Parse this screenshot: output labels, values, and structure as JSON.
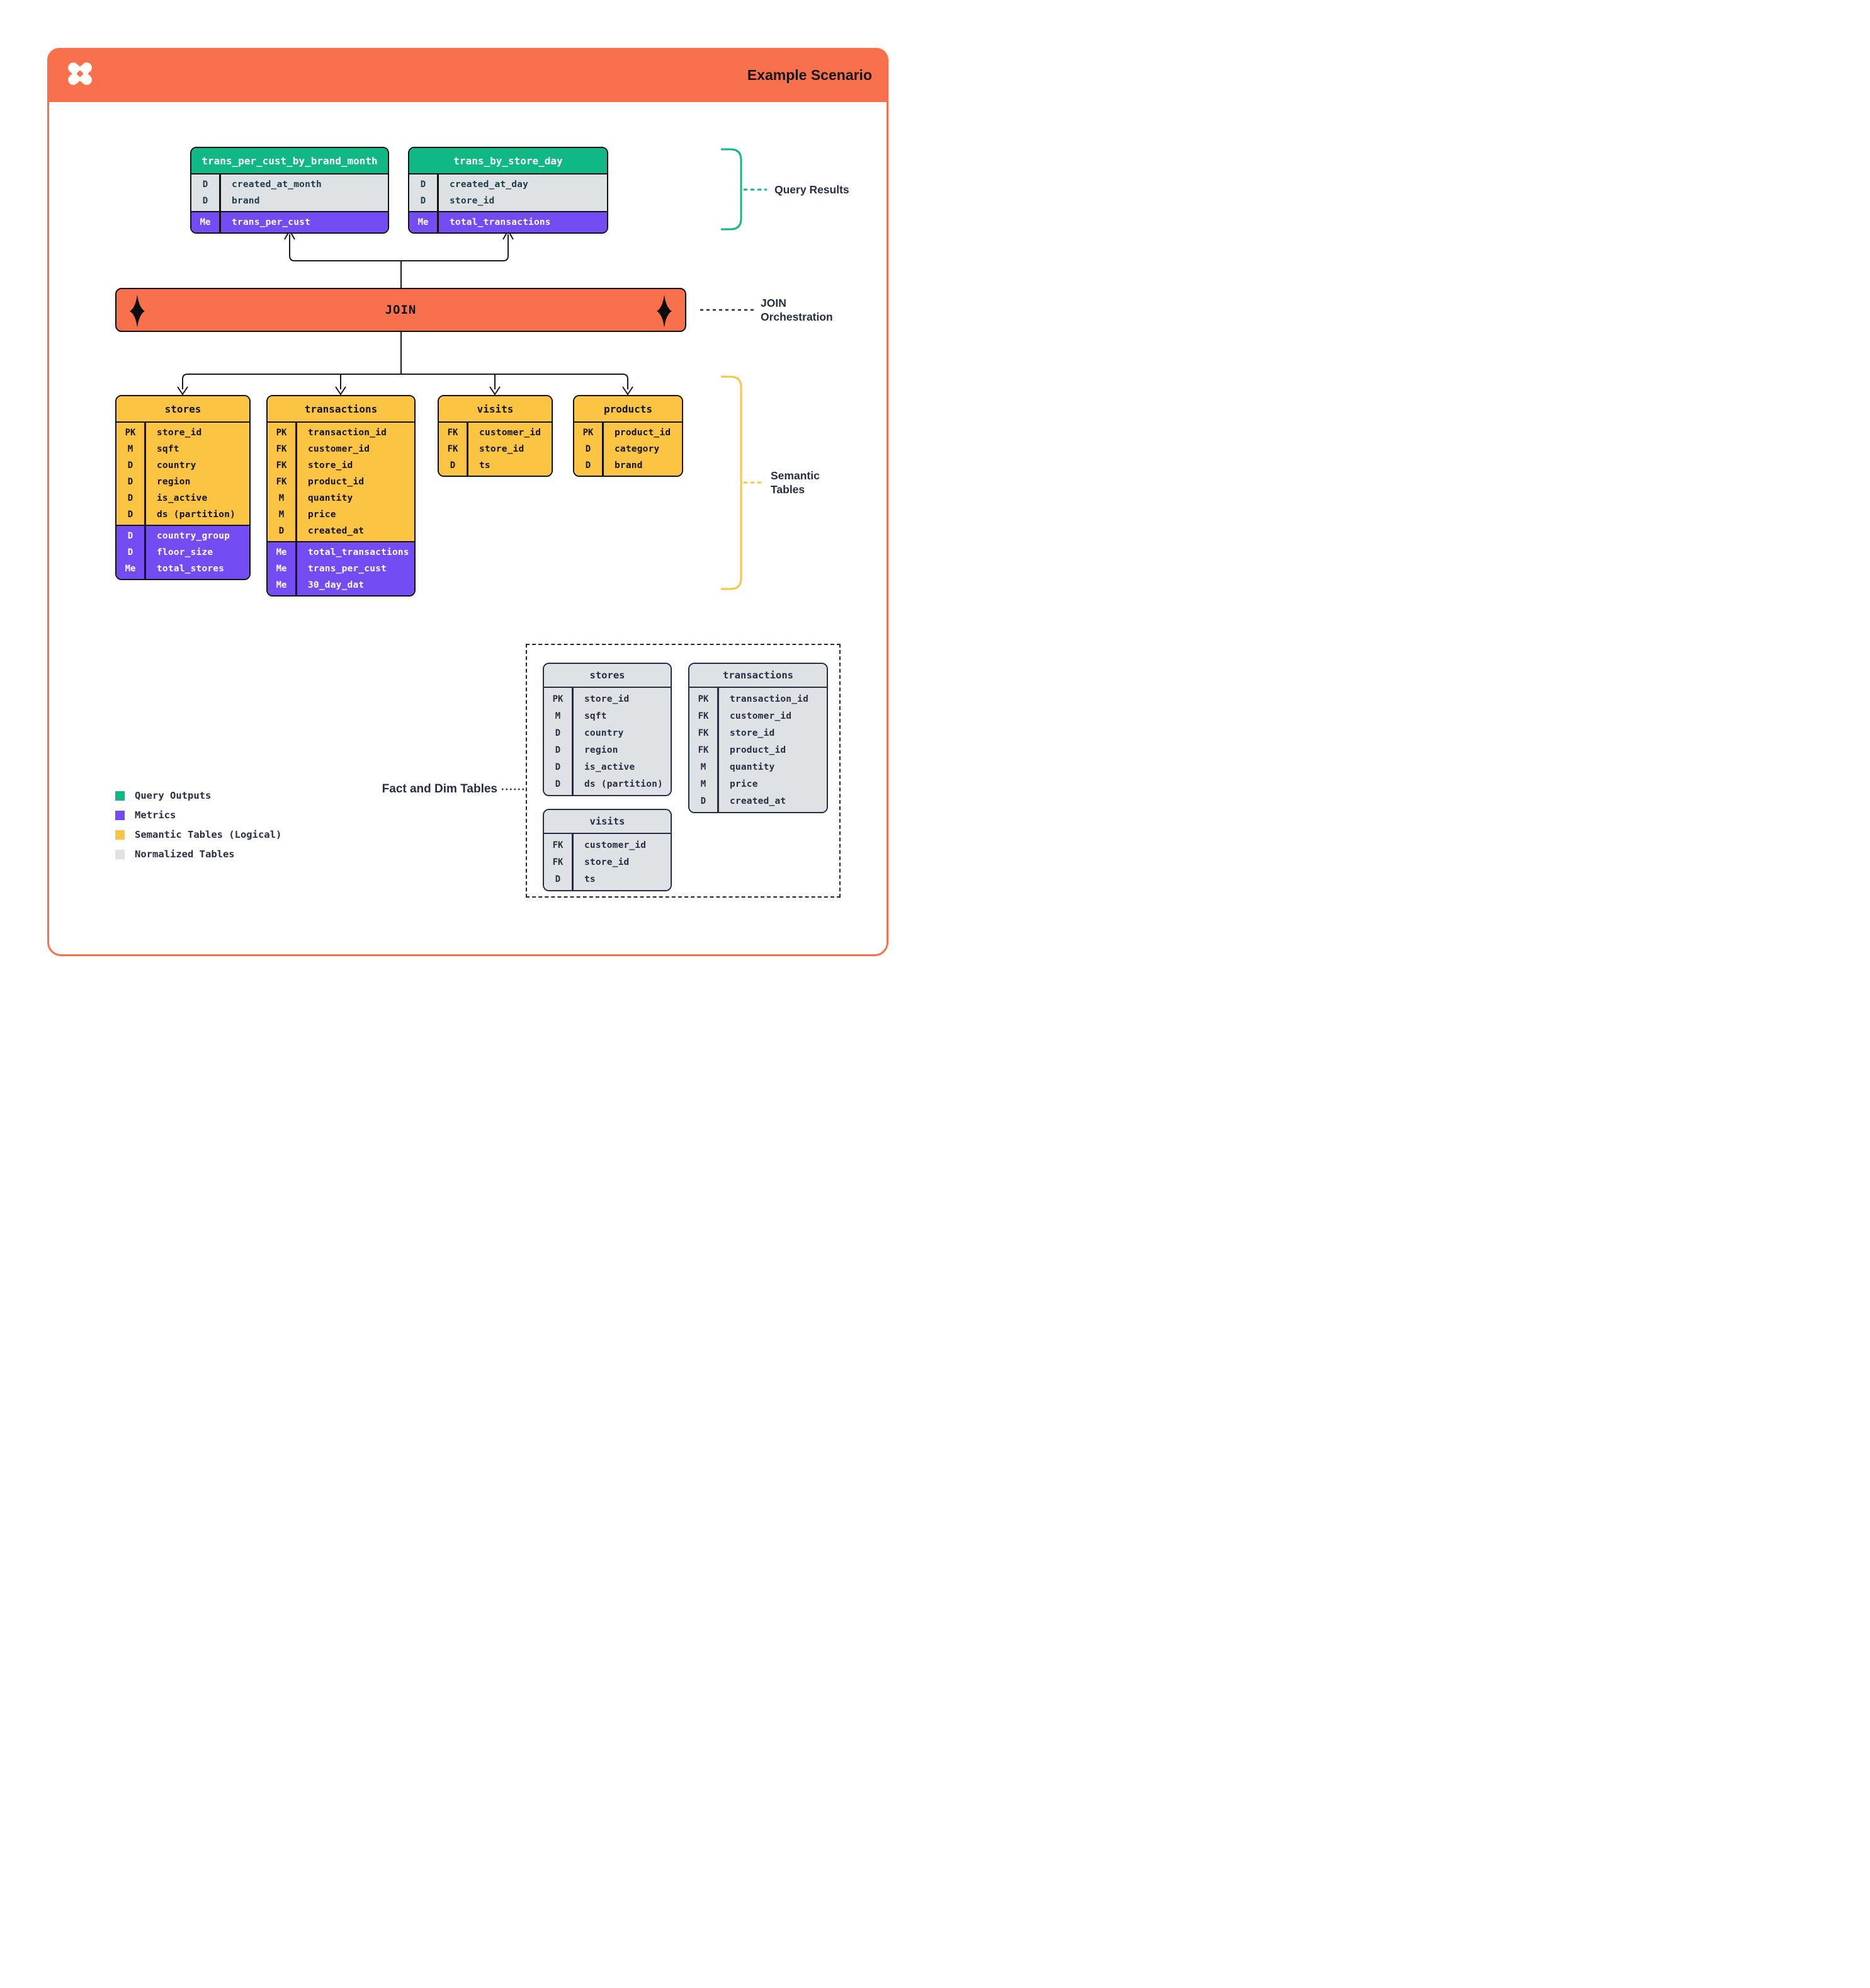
{
  "header": {
    "title": "Example Scenario",
    "logo": "pinwheel-x-logo"
  },
  "join": {
    "label": "JOIN"
  },
  "annotations": {
    "query_results": "Query Results",
    "join_orchestration": [
      "JOIN",
      "Orchestration"
    ],
    "semantic_tables": [
      "Semantic",
      "Tables"
    ],
    "fact_dim": "Fact and Dim Tables"
  },
  "colors": {
    "orange": "#F9704D",
    "green": "#10B886",
    "purple": "#744CF4",
    "yellow": "#FBC442",
    "gray": "#DEE2E5",
    "navy": "#252E42",
    "ink": "#121212"
  },
  "tables": {
    "query_results": [
      {
        "id": "qt1",
        "title": "trans_per_cust_by_brand_month",
        "sections": [
          {
            "kind": "dims",
            "rows": [
              [
                "D",
                "created_at_month"
              ],
              [
                "D",
                "brand"
              ]
            ]
          },
          {
            "kind": "metrics",
            "rows": [
              [
                "Me",
                "trans_per_cust"
              ]
            ]
          }
        ]
      },
      {
        "id": "qt2",
        "title": "trans_by_store_day",
        "sections": [
          {
            "kind": "dims",
            "rows": [
              [
                "D",
                "created_at_day"
              ],
              [
                "D",
                "store_id"
              ]
            ]
          },
          {
            "kind": "metrics",
            "rows": [
              [
                "Me",
                "total_transactions"
              ]
            ]
          }
        ]
      }
    ],
    "semantic": [
      {
        "id": "st_stores",
        "title": "stores",
        "sections": [
          {
            "kind": "dims",
            "rows": [
              [
                "PK",
                "store_id"
              ],
              [
                "M",
                "sqft"
              ],
              [
                "D",
                "country"
              ],
              [
                "D",
                "region"
              ],
              [
                "D",
                "is_active"
              ],
              [
                "D",
                "ds (partition)"
              ]
            ]
          },
          {
            "kind": "metrics",
            "rows": [
              [
                "D",
                "country_group"
              ],
              [
                "D",
                "floor_size"
              ],
              [
                "Me",
                "total_stores"
              ]
            ]
          }
        ]
      },
      {
        "id": "st_transactions",
        "title": "transactions",
        "sections": [
          {
            "kind": "dims",
            "rows": [
              [
                "PK",
                "transaction_id"
              ],
              [
                "FK",
                "customer_id"
              ],
              [
                "FK",
                "store_id"
              ],
              [
                "FK",
                "product_id"
              ],
              [
                "M",
                "quantity"
              ],
              [
                "M",
                "price"
              ],
              [
                "D",
                "created_at"
              ]
            ]
          },
          {
            "kind": "metrics",
            "rows": [
              [
                "Me",
                "total_transactions"
              ],
              [
                "Me",
                "trans_per_cust"
              ],
              [
                "Me",
                "30_day_dat"
              ]
            ]
          }
        ]
      },
      {
        "id": "st_visits",
        "title": "visits",
        "sections": [
          {
            "kind": "dims",
            "rows": [
              [
                "FK",
                "customer_id"
              ],
              [
                "FK",
                "store_id"
              ],
              [
                "D",
                "ts"
              ]
            ]
          }
        ]
      },
      {
        "id": "st_products",
        "title": "products",
        "sections": [
          {
            "kind": "dims",
            "rows": [
              [
                "PK",
                "product_id"
              ],
              [
                "D",
                "category"
              ],
              [
                "D",
                "brand"
              ]
            ]
          }
        ]
      }
    ],
    "normalized": [
      {
        "id": "nt_stores",
        "title": "stores",
        "sections": [
          {
            "kind": "dims",
            "rows": [
              [
                "PK",
                "store_id"
              ],
              [
                "M",
                "sqft"
              ],
              [
                "D",
                "country"
              ],
              [
                "D",
                "region"
              ],
              [
                "D",
                "is_active"
              ],
              [
                "D",
                "ds (partition)"
              ]
            ]
          }
        ]
      },
      {
        "id": "nt_transactions",
        "title": "transactions",
        "sections": [
          {
            "kind": "dims",
            "rows": [
              [
                "PK",
                "transaction_id"
              ],
              [
                "FK",
                "customer_id"
              ],
              [
                "FK",
                "store_id"
              ],
              [
                "FK",
                "product_id"
              ],
              [
                "M",
                "quantity"
              ],
              [
                "M",
                "price"
              ],
              [
                "D",
                "created_at"
              ]
            ]
          }
        ]
      },
      {
        "id": "nt_visits",
        "title": "visits",
        "sections": [
          {
            "kind": "dims",
            "rows": [
              [
                "FK",
                "customer_id"
              ],
              [
                "FK",
                "store_id"
              ],
              [
                "D",
                "ts"
              ]
            ]
          }
        ]
      }
    ]
  },
  "legend": {
    "items": [
      {
        "label": "Query Outputs",
        "color": "#10B886"
      },
      {
        "label": "Metrics",
        "color": "#744CF4"
      },
      {
        "label": "Semantic Tables (Logical)",
        "color": "#FBC442"
      },
      {
        "label": "Normalized Tables",
        "color": "#DEE2E5"
      }
    ]
  }
}
